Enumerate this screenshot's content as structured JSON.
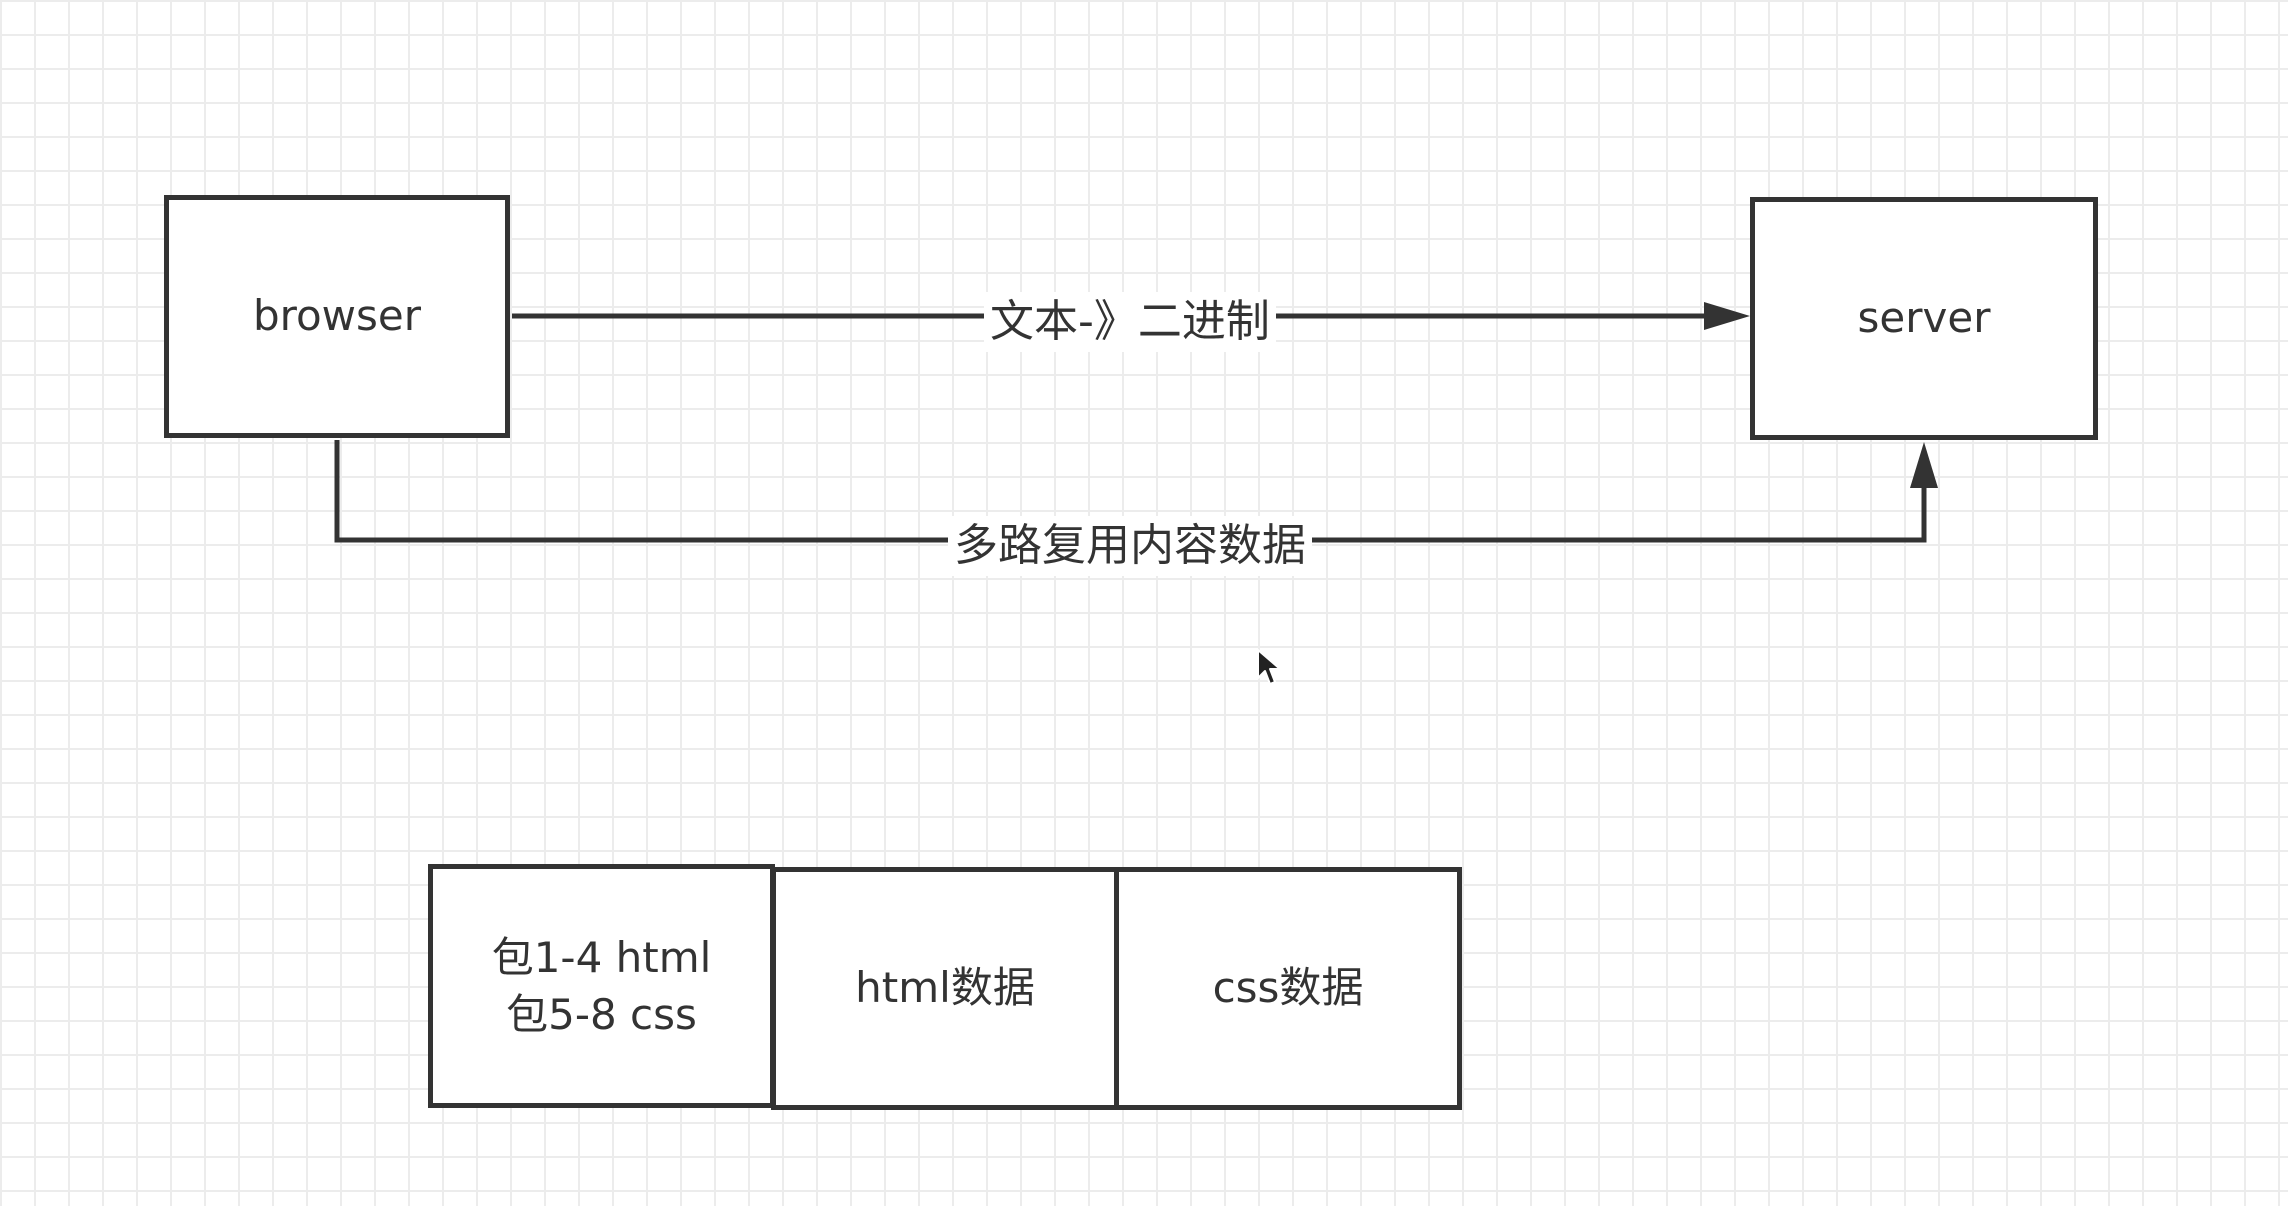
{
  "nodes": {
    "browser": {
      "label": "browser"
    },
    "server": {
      "label": "server"
    },
    "packets": {
      "line1": "包1-4 html",
      "line2": "包5-8 css"
    },
    "html_data": {
      "label": "html数据"
    },
    "css_data": {
      "label": "css数据"
    }
  },
  "edges": {
    "text_to_binary": {
      "label": "文本-》二进制"
    },
    "multiplex": {
      "label": "多路复用内容数据"
    }
  },
  "colors": {
    "stroke": "#333333",
    "grid": "#ececec",
    "background": "#ffffff"
  },
  "icons": {
    "pointer": "mouse-pointer-icon"
  }
}
